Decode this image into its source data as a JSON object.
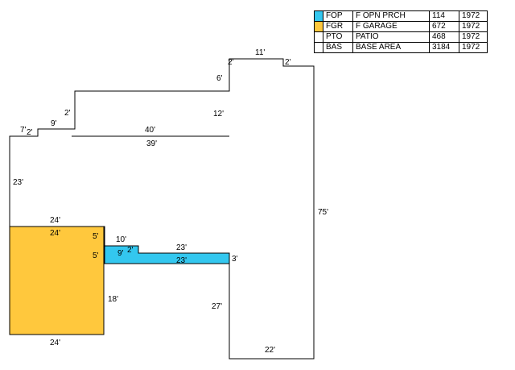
{
  "legend": [
    {
      "code": "FOP",
      "description": "F OPN PRCH",
      "area": "114",
      "year": "1972",
      "color": "#33c7ef"
    },
    {
      "code": "FGR",
      "description": "F GARAGE",
      "area": "672",
      "year": "1972",
      "color": "#ffc83d"
    },
    {
      "code": "PTO",
      "description": "PATIO",
      "area": "468",
      "year": "1972",
      "color": ""
    },
    {
      "code": "BAS",
      "description": "BASE AREA",
      "area": "3184",
      "year": "1972",
      "color": ""
    }
  ],
  "dimensions": {
    "base_top_11": "11'",
    "base_step_left_2": "2'",
    "base_step_right_2": "2'",
    "base_step_6": "6'",
    "upper_wing_12": "12'",
    "upper_wing_40": "40'",
    "upper_wing_39": "39'",
    "upper_notch_2": "2'",
    "left_notch_9": "9'",
    "left_notch_7": "7'",
    "left_notch_2": "2'",
    "left_side_23": "23'",
    "garage_top_outer_24": "24'",
    "garage_top_inner_24": "24'",
    "garage_bottom_24": "24'",
    "garage_side_5_upper": "5'",
    "garage_side_5_lower": "5'",
    "garage_side_18": "18'",
    "porch_10": "10'",
    "porch_9": "9'",
    "porch_2": "2'",
    "porch_top_23": "23'",
    "porch_inner_23": "23'",
    "porch_end_3": "3'",
    "right_side_75": "75'",
    "lower_wing_27": "27'",
    "lower_wing_22": "22'"
  }
}
